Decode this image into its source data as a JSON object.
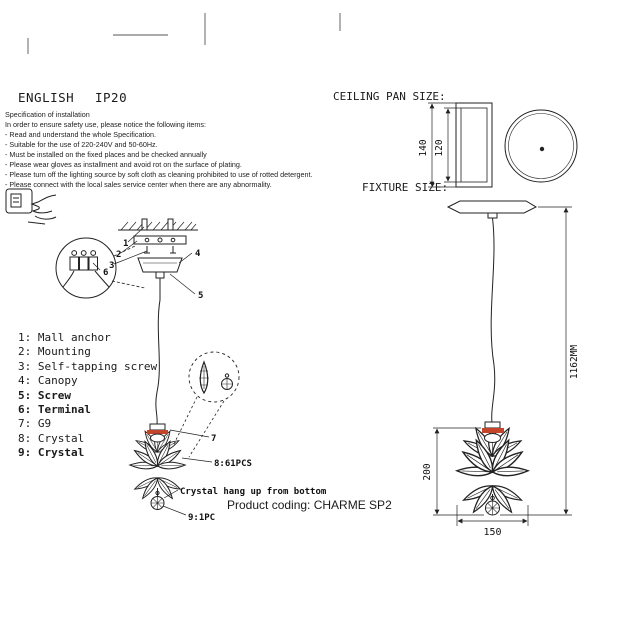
{
  "colors": {
    "lamp_band": "#c4452a"
  },
  "header": {
    "language": "ENGLISH",
    "ip_rating": "IP20"
  },
  "labels": {
    "ceiling_pan_size": "CEILING PAN SIZE:",
    "fixture_size": "FIXTURE SIZE:"
  },
  "specification": {
    "title": "Specification of installation",
    "intro": "In order to ensure safety use, please notice the following items:",
    "items": [
      "- Read and understand the whole Specification.",
      "- Suitable for the use of 220-240V and 50-60Hz.",
      "- Must be installed on the fixed places and be checked annually",
      "- Please wear gloves as installment and avoid rot on the surface of plating.",
      "- Please turn off the lighting source by soft cloth as cleaning prohibited to use of rotted detergent.",
      "- Please connect with the local sales service center when there are any abnormality."
    ]
  },
  "parts_list": [
    "1: Mall anchor",
    "2: Mounting",
    "3: Self-tapping screw",
    "4: Canopy",
    "5: Screw",
    "6: Terminal",
    "7: G9",
    "8: Crystal",
    "9: Crystal"
  ],
  "callouts": {
    "mount": [
      "1",
      "2",
      "3",
      "4",
      "5",
      "6"
    ],
    "g9": "7",
    "crystal_count": "8:61PCS",
    "crystal_note": "Crystal hang up from bottom",
    "bottom_crystal": "9:1PC"
  },
  "dimensions": {
    "pan_height": "140",
    "pan_inner_height": "120",
    "overall_height": "1162MM",
    "lamp_height": "200",
    "lamp_width": "150"
  },
  "product": {
    "coding": "Product coding: CHARME SP2"
  }
}
